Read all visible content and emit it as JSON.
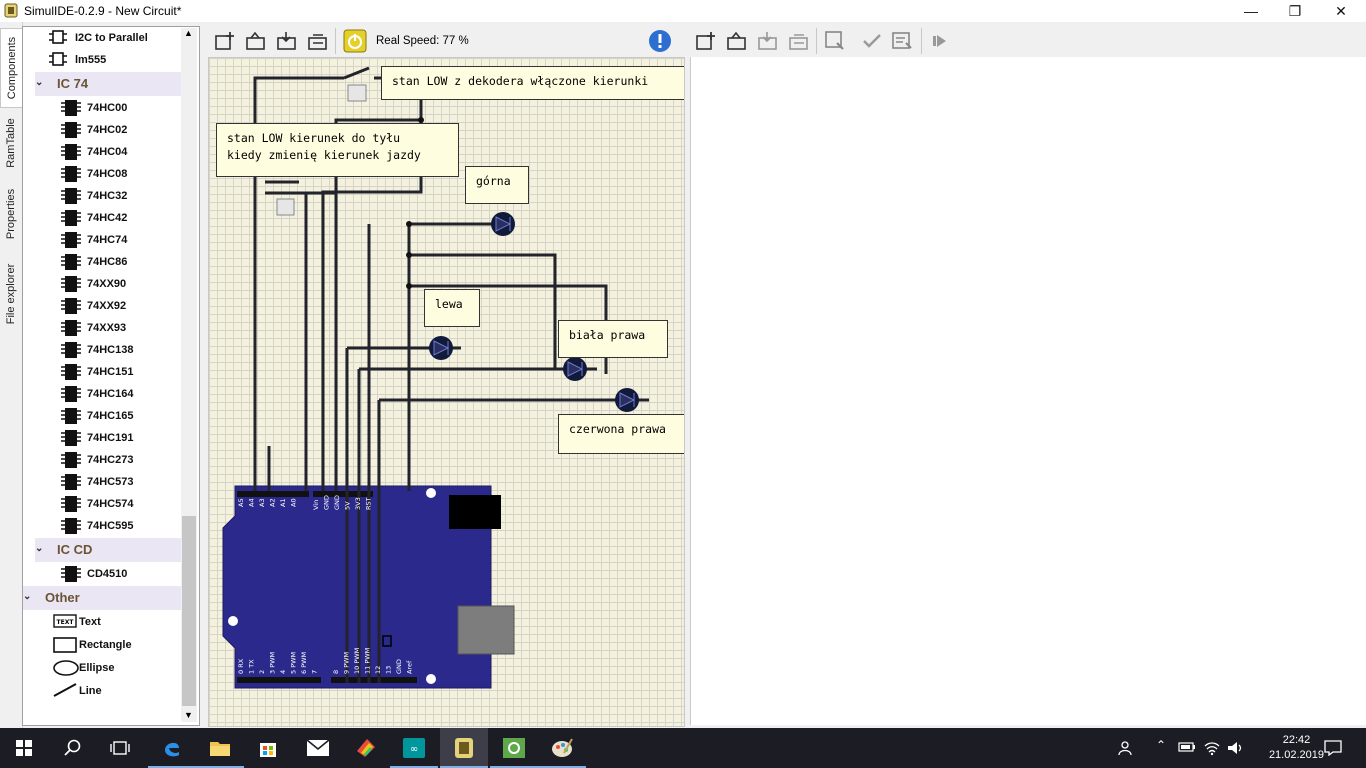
{
  "window": {
    "title": "SimulIDE-0.2.9 - New Circuit*"
  },
  "side_tabs": [
    "Components",
    "RamTable",
    "Properties",
    "File explorer"
  ],
  "tree": {
    "top_items": [
      "I2C to Parallel",
      "lm555"
    ],
    "categories": [
      {
        "name": "IC 74",
        "items": [
          "74HC00",
          "74HC02",
          "74HC04",
          "74HC08",
          "74HC32",
          "74HC42",
          "74HC74",
          "74HC86",
          "74XX90",
          "74XX92",
          "74XX93",
          "74HC138",
          "74HC151",
          "74HC164",
          "74HC165",
          "74HC191",
          "74HC273",
          "74HC573",
          "74HC574",
          "74HC595"
        ]
      },
      {
        "name": "IC CD",
        "items": [
          "CD4510"
        ]
      }
    ],
    "other": {
      "name": "Other",
      "items": [
        "Text",
        "Rectangle",
        "Ellipse",
        "Line"
      ]
    }
  },
  "toolbar": {
    "real_speed": "Real Speed: 77 %"
  },
  "notes": {
    "dekoder": "stan LOW z dekodera włączone kierunki",
    "kierunek": "stan LOW kierunek do tyłu\nkiedy zmienię kierunek jazdy",
    "gorna": "górna",
    "lewa": "lewa",
    "biala": "biała prawa",
    "czerwona": "czerwona prawa"
  },
  "arduino": {
    "top_left_pins": [
      "A5",
      "A4",
      "A3",
      "A2",
      "A1",
      "A0"
    ],
    "top_right_pins": [
      "Vin",
      "GND",
      "GND",
      "5V",
      "3V3",
      "RST"
    ],
    "bottom_left_pins": [
      "0 RX",
      "1 TX",
      "2",
      "3 PWM",
      "4",
      "5 PWM",
      "6 PWM",
      "7"
    ],
    "bottom_right_pins": [
      "8",
      "9 PWM",
      "10 PWM",
      "11 PWM",
      "12",
      "13",
      "GND",
      "Aref"
    ]
  },
  "clock": {
    "time": "22:42",
    "date": "21.02.2019"
  },
  "colors": {
    "accent": "#0078d7",
    "board": "#2b2a8c",
    "wire": "#23232b",
    "grid": "#f4f1de"
  }
}
